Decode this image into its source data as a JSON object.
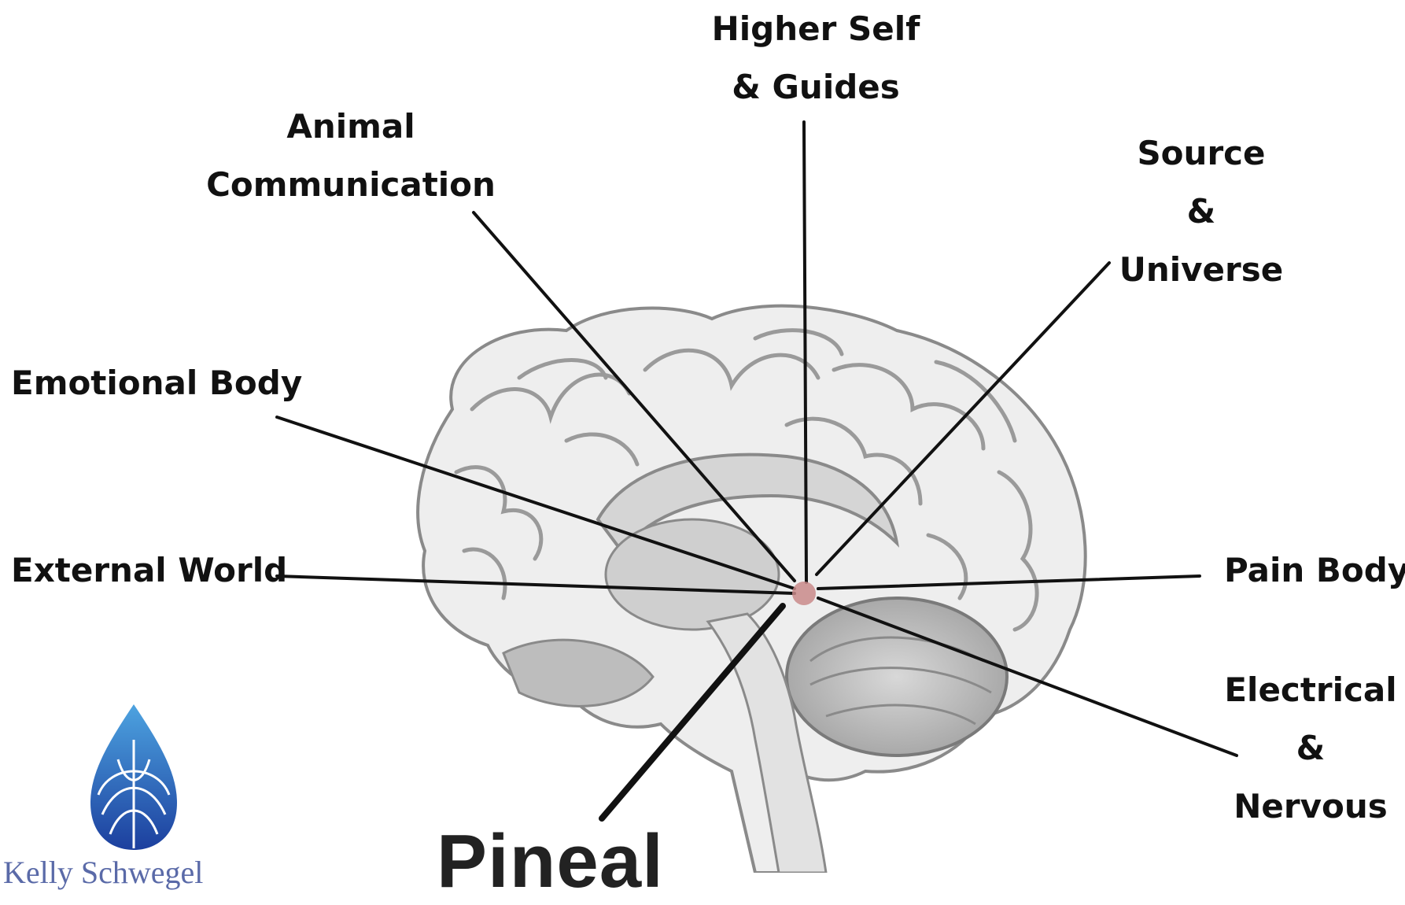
{
  "labels": {
    "higher_self": [
      "Higher Self",
      "& Guides"
    ],
    "animal": [
      "Animal",
      "Communication"
    ],
    "source": [
      "Source",
      "&",
      "Universe"
    ],
    "emotional": "Emotional Body",
    "external": "External World",
    "pain": "Pain Body",
    "electrical": [
      "Electrical",
      "&",
      "Nervous"
    ]
  },
  "pineal_label": "Pineal",
  "logo": {
    "text": "Kelly Schwegel",
    "icon": "lotus-flame-logo",
    "color": "#2f6fc0"
  },
  "colors": {
    "lines": "#111111",
    "pineal_dot": "#c98a8a",
    "brain_fill": "#e9e9e9",
    "brain_outline": "#8c8c8c"
  }
}
